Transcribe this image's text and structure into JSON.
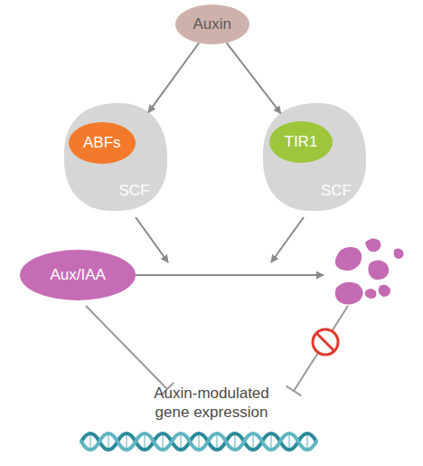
{
  "diagram": {
    "nodes": [
      {
        "text": [
          "Auxin"
        ]
      },
      {
        "text": [
          "SCF"
        ]
      },
      {
        "text": [
          "ABFs"
        ],
        "in": 1
      },
      {
        "text": [
          "SCF"
        ]
      },
      {
        "text": [
          "TIR1"
        ],
        "in": 3
      },
      {
        "text": [
          "Aux/IAA"
        ]
      }
    ],
    "edges": [
      {
        "from": 0,
        "to": 1,
        "arrow": "to"
      },
      {
        "from": 0,
        "to": 3,
        "arrow": "to"
      }
    ],
    "labels": [
      "Auxin-modulated gene expression"
    ]
  }
}
